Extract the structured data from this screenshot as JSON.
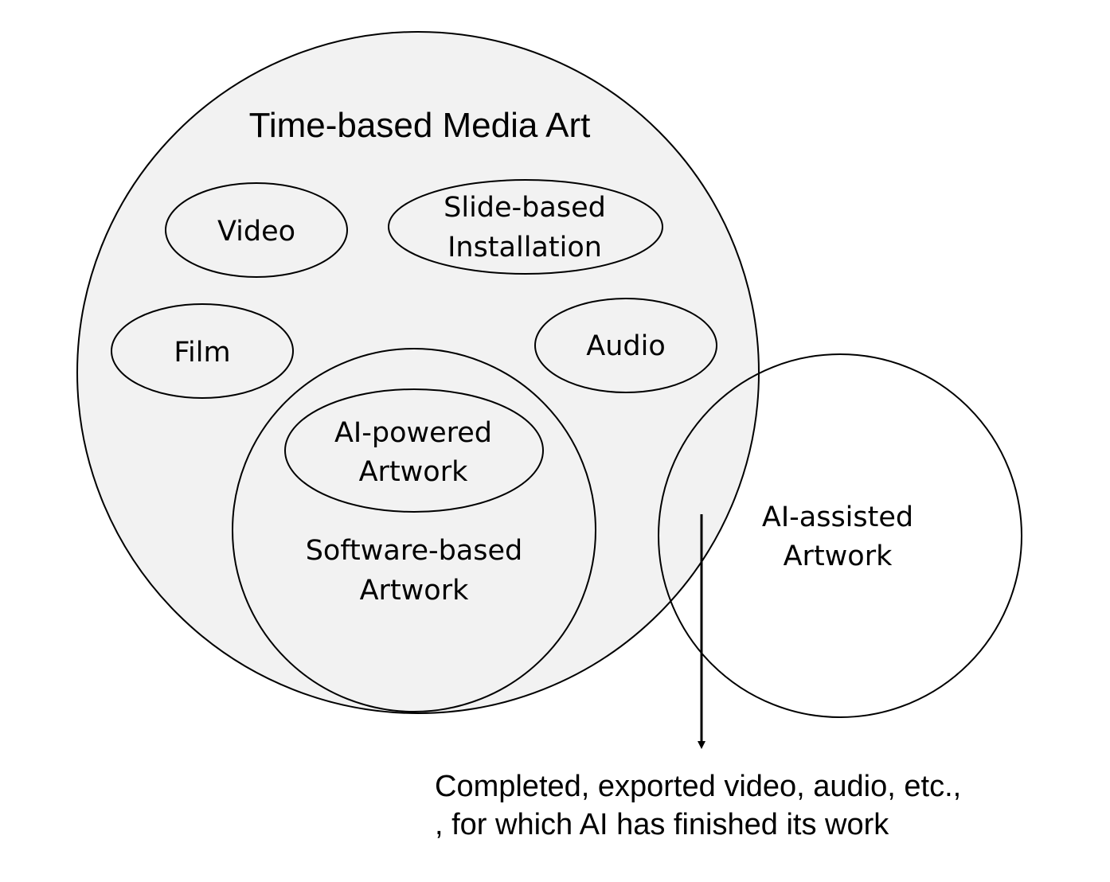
{
  "diagram": {
    "title": "Time-based Media Art",
    "nodes": {
      "video": {
        "label": "Video"
      },
      "slide_based": {
        "line1": "Slide-based",
        "line2": "Installation"
      },
      "film": {
        "label": "Film"
      },
      "audio": {
        "label": "Audio"
      },
      "ai_powered": {
        "line1": "AI-powered",
        "line2": "Artwork"
      },
      "software_based": {
        "line1": "Software-based",
        "line2": "Artwork"
      },
      "ai_assisted": {
        "line1": "AI-assisted",
        "line2": "Artwork"
      }
    },
    "caption": {
      "line1": "Completed, exported video, audio, etc.,",
      "line2": ", for which AI has finished its work"
    },
    "colors": {
      "outer_fill": "#f2f2f2",
      "stroke": "#000000",
      "background": "#ffffff"
    }
  }
}
